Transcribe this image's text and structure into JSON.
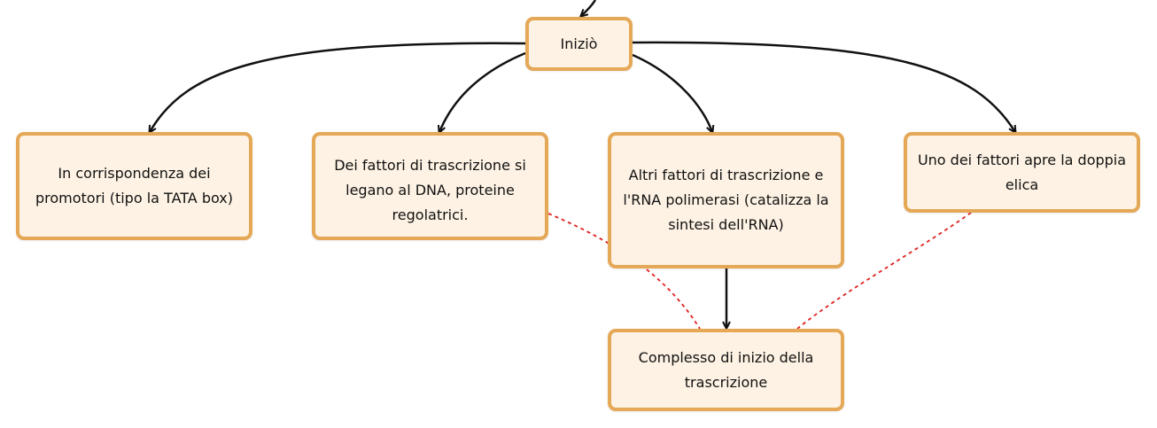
{
  "diagram": {
    "colors": {
      "node_fill": "#fdf2e3",
      "node_border": "#e4a857",
      "edge": "#111111",
      "dashed_edge": "#e02020"
    },
    "nodes": {
      "root": "Iniziò",
      "promotori": "In corrispondenza dei promotori (tipo la TATA box)",
      "fattori": "Dei fattori di trascrizione si legano al DNA, proteine regolatrici.",
      "altri": "Altri fattori di trascrizione e l'RNA polimerasi (catalizza la sintesi dell'RNA)",
      "elica": "Uno dei fattori apre la doppia elica",
      "complesso": "Complesso di inizio della trascrizione"
    },
    "edges": [
      {
        "from": "root",
        "to": "promotori",
        "style": "solid-arrow"
      },
      {
        "from": "root",
        "to": "fattori",
        "style": "solid-arrow"
      },
      {
        "from": "root",
        "to": "altri",
        "style": "solid-arrow"
      },
      {
        "from": "root",
        "to": "elica",
        "style": "solid-arrow"
      },
      {
        "from": "altri",
        "to": "complesso",
        "style": "solid-arrow"
      },
      {
        "from": "fattori",
        "to": "complesso",
        "style": "dashed"
      },
      {
        "from": "elica",
        "to": "complesso",
        "style": "dashed"
      }
    ]
  }
}
